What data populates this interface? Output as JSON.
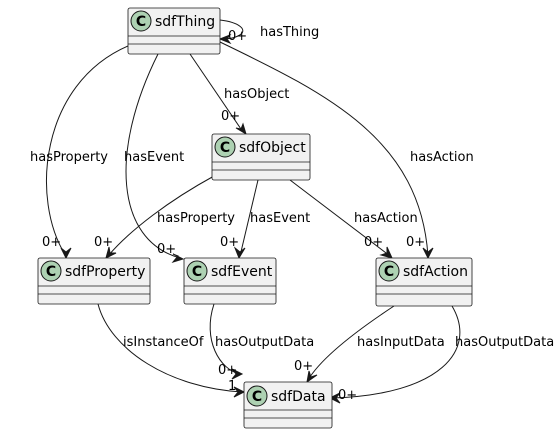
{
  "classes": {
    "thing": "sdfThing",
    "object": "sdfObject",
    "property": "sdfProperty",
    "event": "sdfEvent",
    "action": "sdfAction",
    "data": "sdfData"
  },
  "class_icon_letter": "C",
  "relations": {
    "thing_self": {
      "label": "hasThing",
      "mult": "0+"
    },
    "thing_object": {
      "label": "hasObject",
      "mult": "0+"
    },
    "thing_property": {
      "label": "hasProperty",
      "mult": "0+"
    },
    "thing_event": {
      "label": "hasEvent",
      "mult": "0+"
    },
    "thing_action": {
      "label": "hasAction",
      "mult": "0+"
    },
    "object_property": {
      "label": "hasProperty",
      "mult": "0+"
    },
    "object_event": {
      "label": "hasEvent",
      "mult": "0+"
    },
    "object_action": {
      "label": "hasAction",
      "mult": "0+"
    },
    "property_data": {
      "label": "isInstanceOf",
      "mult": "1"
    },
    "event_data": {
      "label": "hasOutputData",
      "mult": "0+"
    },
    "action_data_in": {
      "label": "hasInputData",
      "mult": "0+"
    },
    "action_data_out": {
      "label": "hasOutputData",
      "mult": "0+"
    }
  }
}
